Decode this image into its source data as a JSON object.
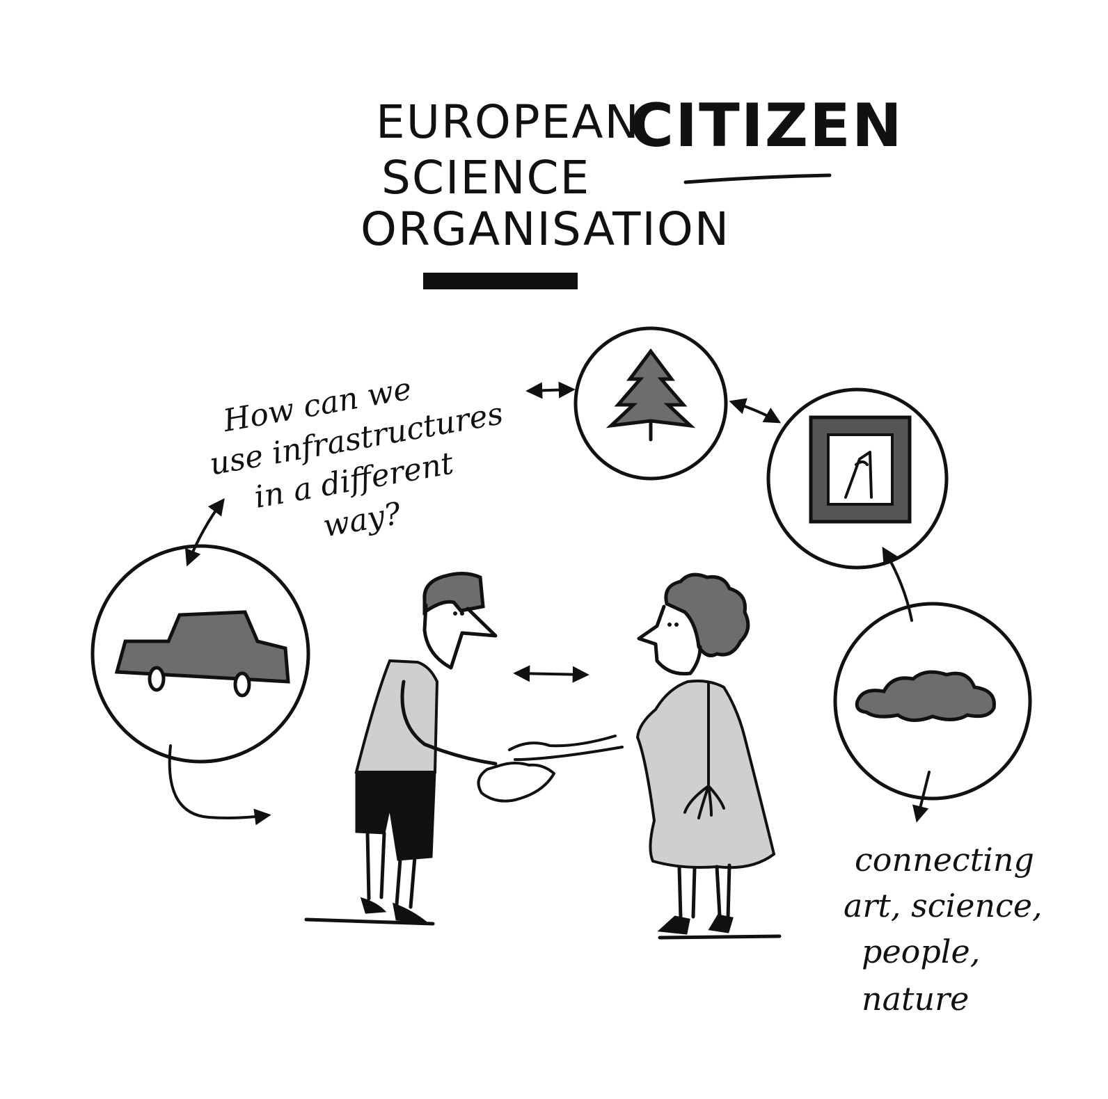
{
  "title": {
    "line1": "EUROPEAN",
    "highlight": "CITIZEN",
    "line2": "SCIENCE",
    "line3": "ORGANISATION"
  },
  "question": {
    "line1": "How can we",
    "line2": "use infrastructures",
    "line3": "in a different",
    "line4": "way?"
  },
  "caption": {
    "line1": "connecting",
    "line2": "art, science,",
    "line3": "people,",
    "line4": "nature"
  },
  "icons": {
    "tree": "tree-icon",
    "picture": "framed-picture-icon",
    "car": "car-icon",
    "cloud": "cloud-icon"
  },
  "colors": {
    "ink": "#111111",
    "shade": "#6d6d6d",
    "light_shade": "#cfcfcf",
    "background": "#ffffff"
  }
}
